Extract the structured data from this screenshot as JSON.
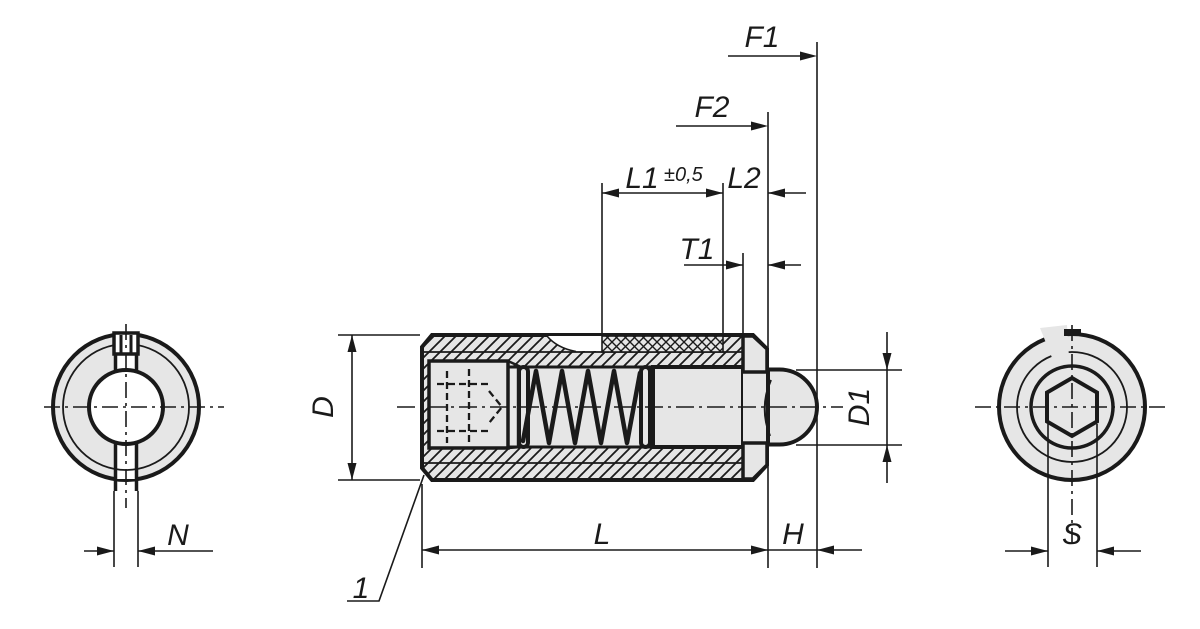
{
  "drawing": {
    "type": "technical-drawing-spring-plunger",
    "colors": {
      "line": "#1a1a1a",
      "part_fill": "#e6e6e6",
      "background": "#ffffff"
    },
    "labels": {
      "f1": "F1",
      "f2": "F2",
      "l1": "L1",
      "l1_tol": "±0,5",
      "l2": "L2",
      "t1": "T1",
      "d": "D",
      "d1": "D1",
      "n": "N",
      "s": "S",
      "l": "L",
      "h": "H",
      "item": "1"
    }
  }
}
